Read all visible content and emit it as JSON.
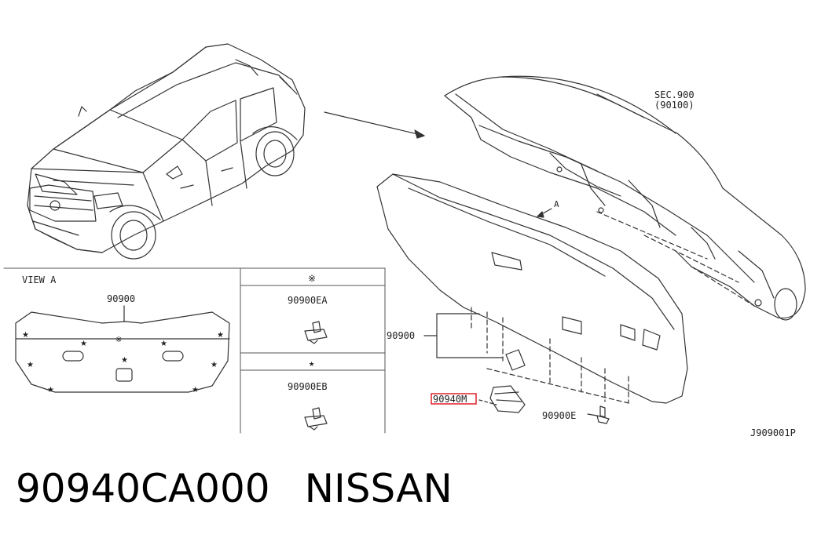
{
  "labels": {
    "sec_ref_line1": "SEC.900",
    "sec_ref_line2": "(90100)",
    "view_arrow": "A",
    "part_90900": "90900",
    "part_90940m": "90940M",
    "part_90900e": "90900E",
    "diagram_code": "J909001P"
  },
  "inset": {
    "view_title": "VIEW A",
    "panel_part": "90900",
    "clip_a_symbol": "※",
    "clip_a_part": "90900EA",
    "clip_b_symbol": "★",
    "clip_b_part": "90900EB"
  },
  "footer": {
    "part_number": "90940CA000",
    "brand": "NISSAN"
  },
  "colors": {
    "line": "#333333",
    "highlight": "#e0202a"
  }
}
